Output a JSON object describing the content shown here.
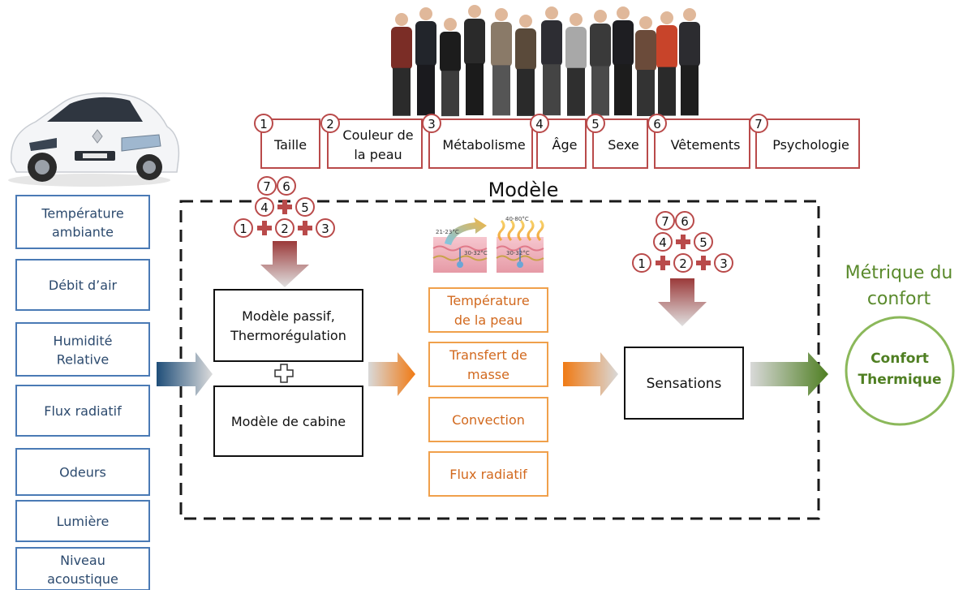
{
  "diagram": {
    "model_title": "Modèle",
    "comfort_metric_line1": "Métrique du",
    "comfort_metric_line2": "confort",
    "comfort_circle_line1": "Confort",
    "comfort_circle_line2": "Thermique",
    "plus_symbol": "+"
  },
  "human_factors": [
    {
      "num": "1",
      "lines": [
        "Taille"
      ]
    },
    {
      "num": "2",
      "lines": [
        "Couleur de",
        "la peau"
      ]
    },
    {
      "num": "3",
      "lines": [
        "Métabolisme"
      ]
    },
    {
      "num": "4",
      "lines": [
        "Âge"
      ]
    },
    {
      "num": "5",
      "lines": [
        "Sexe"
      ]
    },
    {
      "num": "6",
      "lines": [
        "Vêtements"
      ]
    },
    {
      "num": "7",
      "lines": [
        "Psychologie"
      ]
    }
  ],
  "environment_inputs": [
    {
      "lines": [
        "Température",
        "ambiante"
      ]
    },
    {
      "lines": [
        "Débit d’air"
      ]
    },
    {
      "lines": [
        "Humidité",
        "Relative"
      ]
    },
    {
      "lines": [
        "Flux radiatif"
      ]
    },
    {
      "lines": [
        "Odeurs"
      ]
    },
    {
      "lines": [
        "Lumière"
      ]
    },
    {
      "lines": [
        "Niveau",
        "acoustique"
      ]
    }
  ],
  "models": {
    "passive_line1": "Modèle passif,",
    "passive_line2": "Thermorégulation",
    "cabin": "Modèle de cabine"
  },
  "transfers": [
    {
      "lines": [
        "Température",
        "de la peau"
      ]
    },
    {
      "lines": [
        "Transfert de",
        "masse"
      ]
    },
    {
      "lines": [
        "Convection"
      ]
    },
    {
      "lines": [
        "Flux radiatif"
      ]
    }
  ],
  "skin_image": {
    "label_a": "21-23°C",
    "label_b": "30-32°C",
    "label_c": "40-80°C",
    "label_d": "30-32°C"
  },
  "sensations": "Sensations",
  "number_cluster": [
    "1",
    "2",
    "3",
    "4",
    "5",
    "6",
    "7"
  ],
  "colors": {
    "factor_red": "#b94a4a",
    "input_blue": "#4a7ab5",
    "input_text": "#2c4a6e",
    "transfer_orange": "#f0a04b",
    "transfer_text": "#d2691e",
    "green": "#5a8a2c",
    "green_circle": "#8bb85a"
  }
}
